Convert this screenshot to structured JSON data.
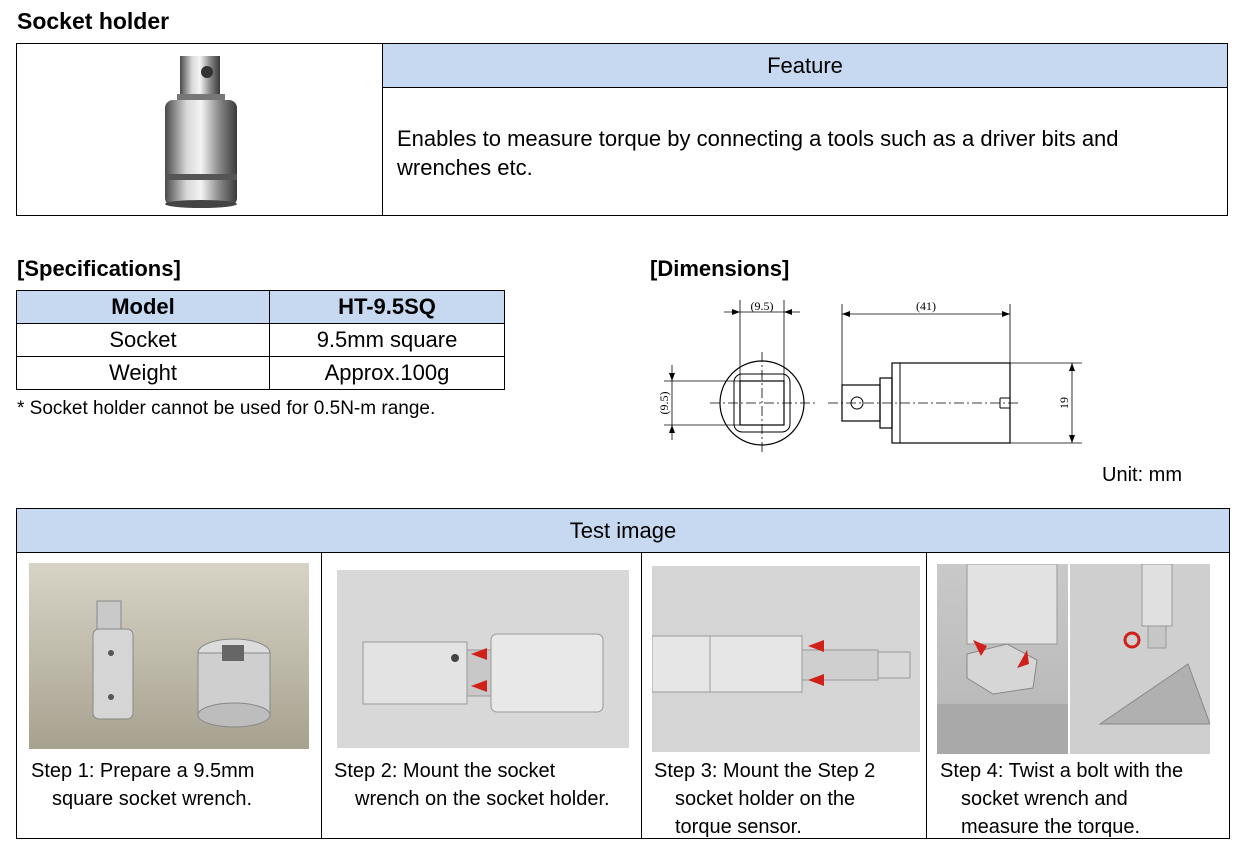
{
  "title": "Socket holder",
  "feature": {
    "header": "Feature",
    "line1": "Enables to measure torque by connecting a tools such as a driver bits and",
    "line2": "wrenches etc."
  },
  "specifications": {
    "title": "[Specifications]",
    "header": [
      "Model",
      "HT-9.5SQ"
    ],
    "rows": [
      [
        "Socket",
        "9.5mm square"
      ],
      [
        "Weight",
        "Approx.100g"
      ]
    ],
    "note": "* Socket holder cannot be used for 0.5N-m range."
  },
  "dimensions": {
    "title": "[Dimensions]",
    "dim_width": "(9.5)",
    "dim_side": "(9.5)",
    "dim_length": "(41)",
    "dim_height": "19",
    "unit": "Unit: mm"
  },
  "test": {
    "header": "Test image",
    "steps": [
      {
        "line1": "Step 1: Prepare a 9.5mm",
        "line2": "square socket wrench.",
        "line3": ""
      },
      {
        "line1": "Step 2: Mount the socket",
        "line2": "wrench on the socket holder.",
        "line3": ""
      },
      {
        "line1": "Step 3: Mount the Step 2",
        "line2": "socket holder on the",
        "line3": "torque sensor."
      },
      {
        "line1": "Step 4: Twist a bolt with the",
        "line2": "socket wrench and",
        "line3": "measure the torque."
      }
    ]
  }
}
